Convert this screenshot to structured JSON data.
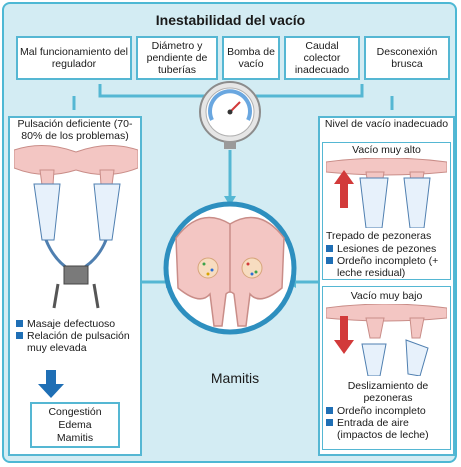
{
  "title": "Inestabilidad del vacío",
  "causes": [
    "Mal funcionamiento del regulador",
    "Diámetro y pendiente de tuberías",
    "Bomba de vacío",
    "Caudal colector inadecuado",
    "Desconexión brusca"
  ],
  "left_panel": {
    "title": "Pulsación deficiente (70-80% de los problemas)",
    "bullets": [
      "Masaje defectuoso",
      "Relación de pulsación muy elevada"
    ],
    "result": [
      "Congestión",
      "Edema",
      "Mamitis"
    ]
  },
  "right_panel": {
    "title": "Nivel de vacío inadecuado",
    "high": {
      "label": "Vacío muy alto",
      "effect": "Trepado de pezoneras",
      "bullets": [
        "Lesiones de pezones",
        "Ordeño incompleto (+ leche residual)"
      ]
    },
    "low": {
      "label": "Vacío muy bajo",
      "effect": "Deslizamiento de pezoneras",
      "bullets": [
        "Ordeño incompleto",
        "Entrada de aire (impactos de leche)"
      ]
    }
  },
  "center_label": "Mamitis",
  "colors": {
    "border": "#55b7d3",
    "bullet": "#1f6fb5",
    "arrow": "#d23a3a",
    "udder": "#f3c6c3"
  }
}
